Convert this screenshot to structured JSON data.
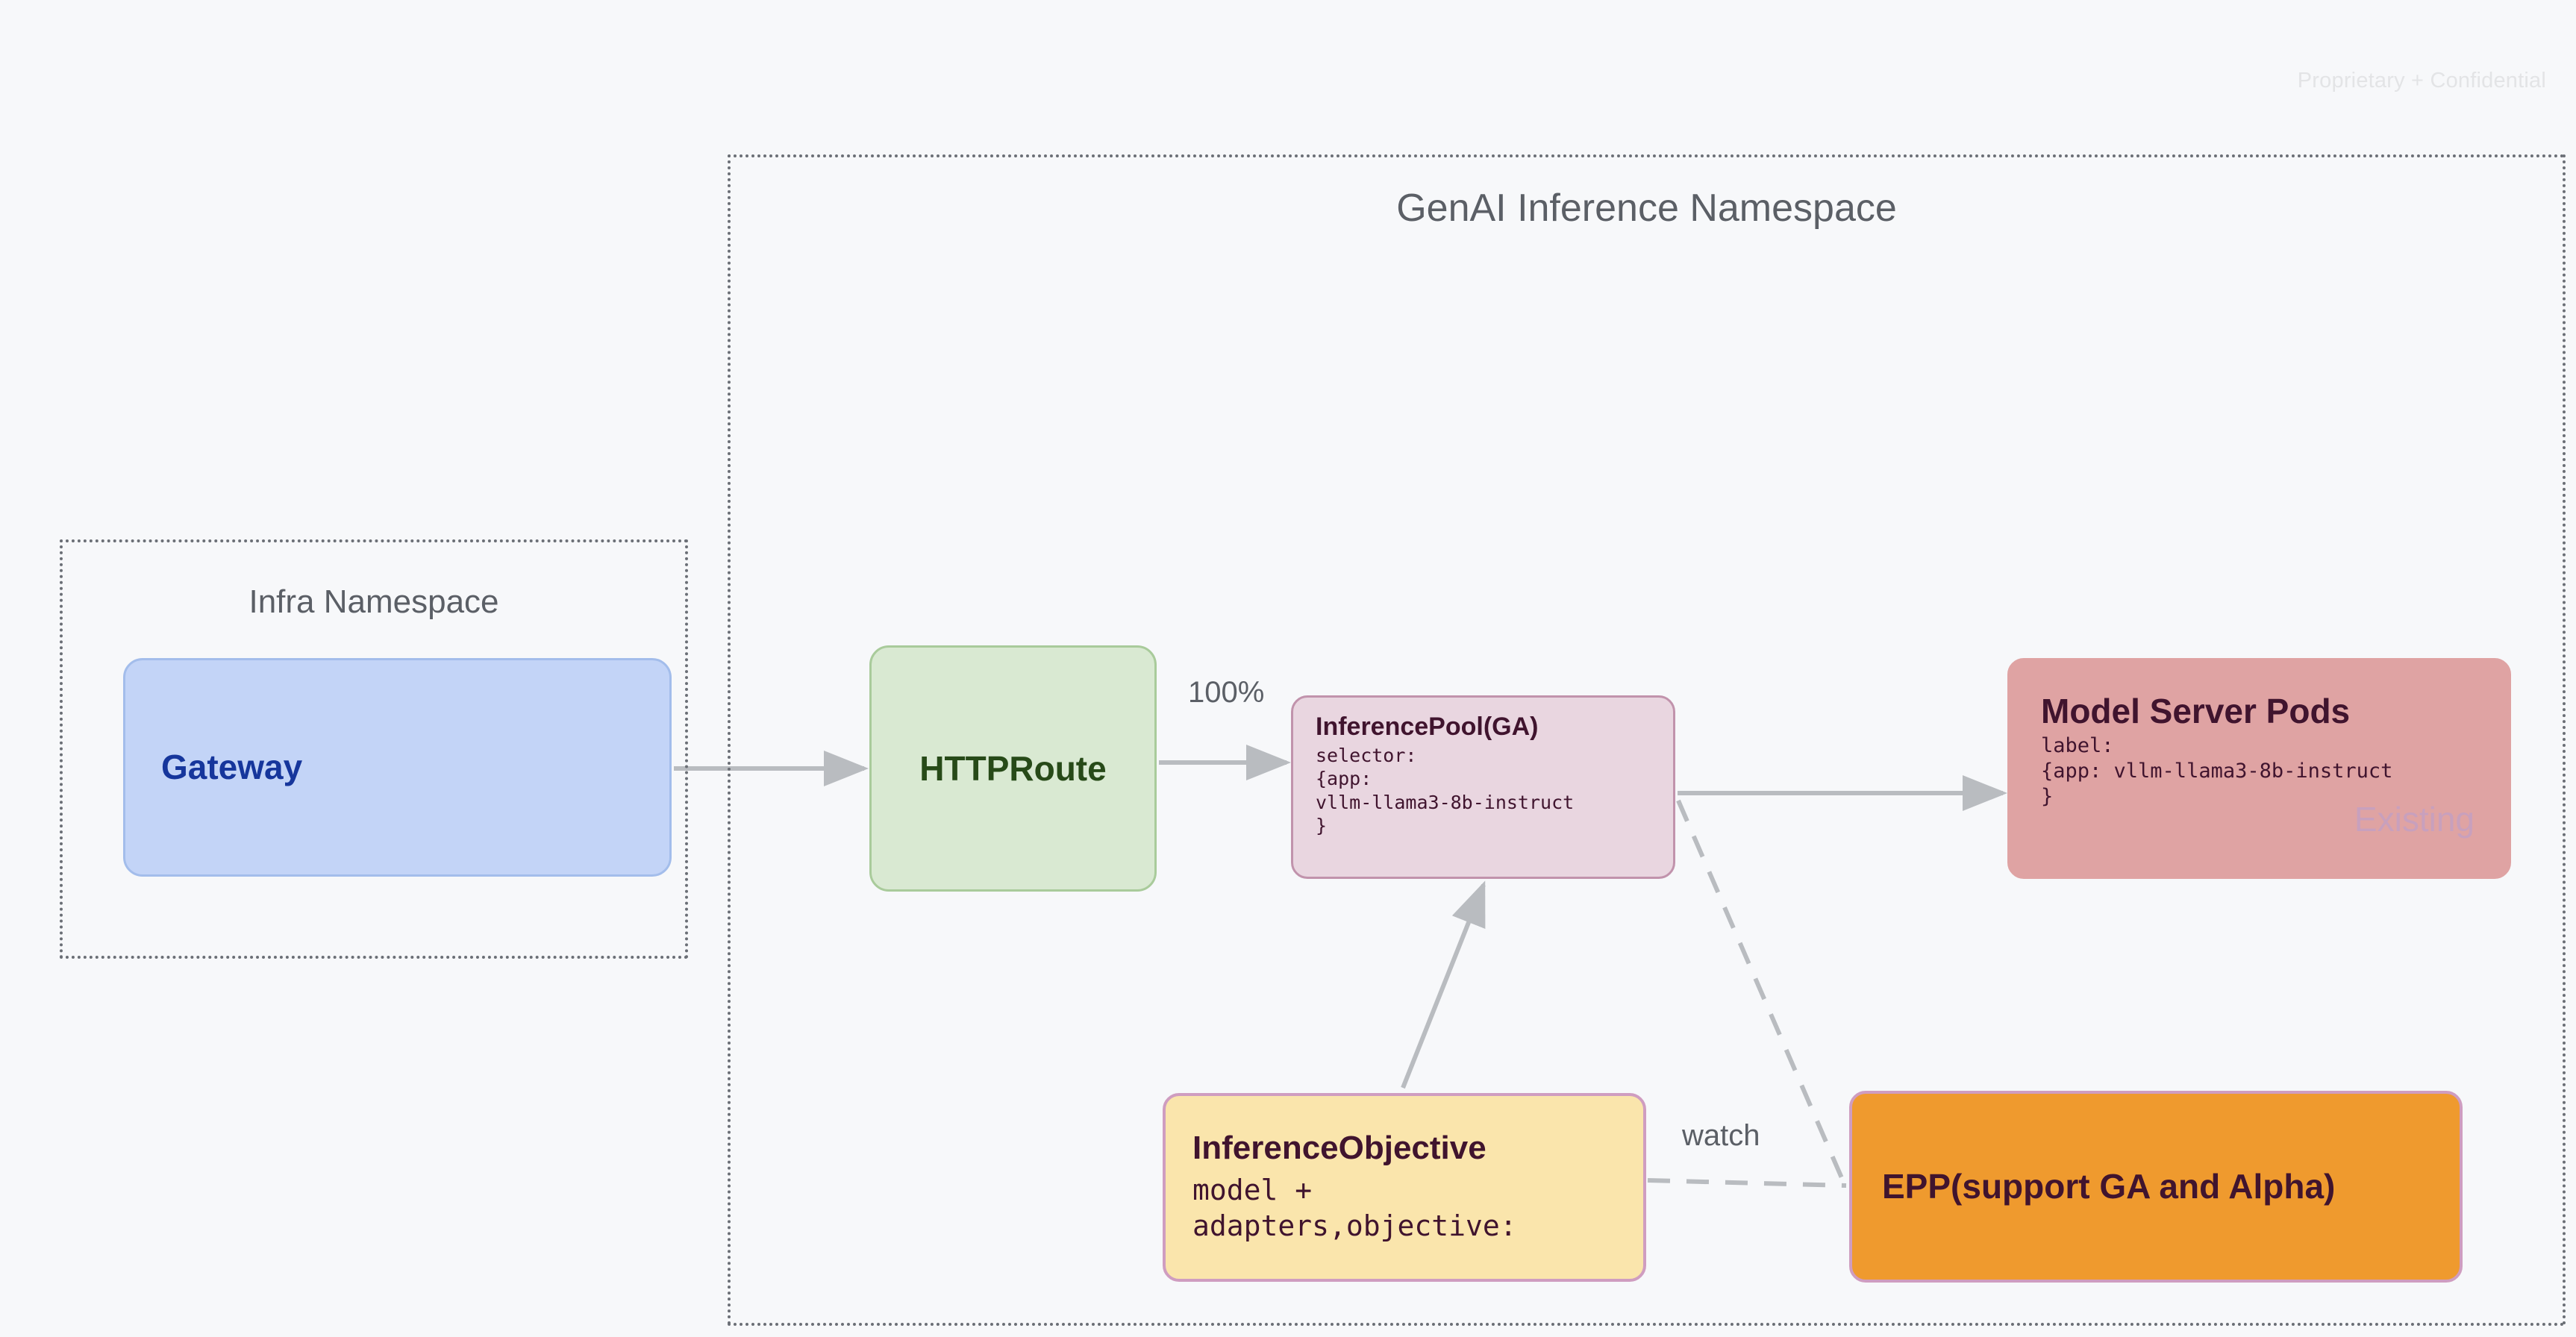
{
  "page": {
    "background_color": "#f7f8fa",
    "watermark": "Proprietary + Confidential"
  },
  "namespaces": [
    {
      "id": "infra",
      "title": "Infra Namespace",
      "border_style": "dotted",
      "border_color": "#6b6f76"
    },
    {
      "id": "genai",
      "title": "GenAI Inference Namespace",
      "border_style": "dotted",
      "border_color": "#6b6f76"
    }
  ],
  "nodes": {
    "gateway": {
      "title": "Gateway",
      "fill": "#c3d4f7",
      "border": "#a3bdeb",
      "text_color": "#16369c"
    },
    "httproute": {
      "title": "HTTPRoute",
      "fill": "#d9e9d2",
      "border": "#a9cb9b",
      "text_color": "#274a18"
    },
    "inferencepool": {
      "title": "InferencePool(GA)",
      "body": "selector:\n{app:\nvllm-llama3-8b-instruct\n}",
      "fill": "#e9d6e0",
      "border": "#c193ac",
      "text_color": "#40142e"
    },
    "modelserverpods": {
      "title": "Model Server Pods",
      "body": "label:\n{app: vllm-llama3-8b-instruct\n}",
      "badge": "Existing",
      "fill": "#dfa3a3",
      "badge_color": "#c8a0bd",
      "text_color": "#40142e"
    },
    "inferenceobjective": {
      "title": "InferenceObjective",
      "body": "model +\nadapters,objective:",
      "fill": "#fae5ac",
      "border": "#cf9dc0",
      "text_color": "#40142e"
    },
    "epp": {
      "title": "EPP(support GA and Alpha)",
      "fill": "#ef9a2e",
      "border": "#cf9dc0",
      "text_color": "#40142e"
    }
  },
  "edges": {
    "gateway_to_httproute": {
      "label": "",
      "style": "solid"
    },
    "httproute_to_inferencepool": {
      "label": "100%",
      "style": "solid"
    },
    "inferencepool_to_modelserverpods": {
      "label": "",
      "style": "solid"
    },
    "inferenceobjective_to_inferencepool": {
      "label": "",
      "style": "solid"
    },
    "inferenceobjective_to_epp": {
      "label": "watch",
      "style": "dashed"
    },
    "inferencepool_to_epp": {
      "label": "",
      "style": "dashed"
    }
  },
  "edge_color": "#b9bcc0"
}
